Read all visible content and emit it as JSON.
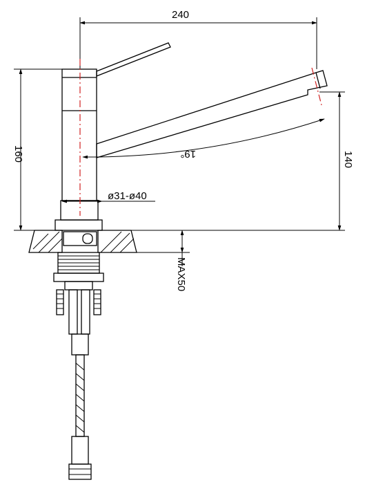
{
  "drawing": {
    "dimensions": {
      "spout_reach": "240",
      "total_height": "160",
      "spout_height": "140",
      "body_diameter": "ø31-ø40",
      "max_counter_thickness": "MAX50",
      "spout_angle": "19°"
    },
    "colors": {
      "line": "#000000",
      "centerline": "#d02020"
    }
  }
}
